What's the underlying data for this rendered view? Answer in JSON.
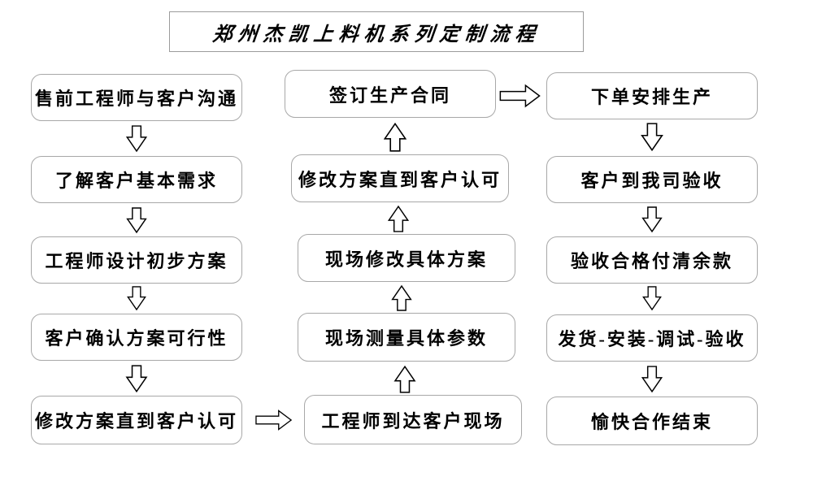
{
  "title": "郑州杰凯上料机系列定制流程",
  "flow": {
    "left_column": [
      {
        "label": "售前工程师与客户沟通"
      },
      {
        "label": "了解客户基本需求"
      },
      {
        "label": "工程师设计初步方案"
      },
      {
        "label": "客户确认方案可行性"
      },
      {
        "label": "修改方案直到客户认可"
      }
    ],
    "middle_column": [
      {
        "label": "签订生产合同"
      },
      {
        "label": "修改方案直到客户认可"
      },
      {
        "label": "现场修改具体方案"
      },
      {
        "label": "现场测量具体参数"
      },
      {
        "label": "工程师到达客户现场"
      }
    ],
    "right_column": [
      {
        "label": "下单安排生产"
      },
      {
        "label": "客户到我司验收"
      },
      {
        "label": "验收合格付清余款"
      },
      {
        "label": "发货-安装-调试-验收"
      },
      {
        "label": "愉快合作结束"
      }
    ],
    "arrow_directions": {
      "left_column": "down",
      "middle_column": "up",
      "right_column": "down",
      "connectors": [
        "left-bottom box to middle-bottom box (right arrow)",
        "middle-top box to right-top box (right arrow)"
      ]
    }
  },
  "colors": {
    "background": "#ffffff",
    "box_border": "#a8a8a8",
    "box_fill": "#ffffff",
    "text": "#000000",
    "arrow_outline": "#000000",
    "arrow_fill": "#ffffff"
  }
}
